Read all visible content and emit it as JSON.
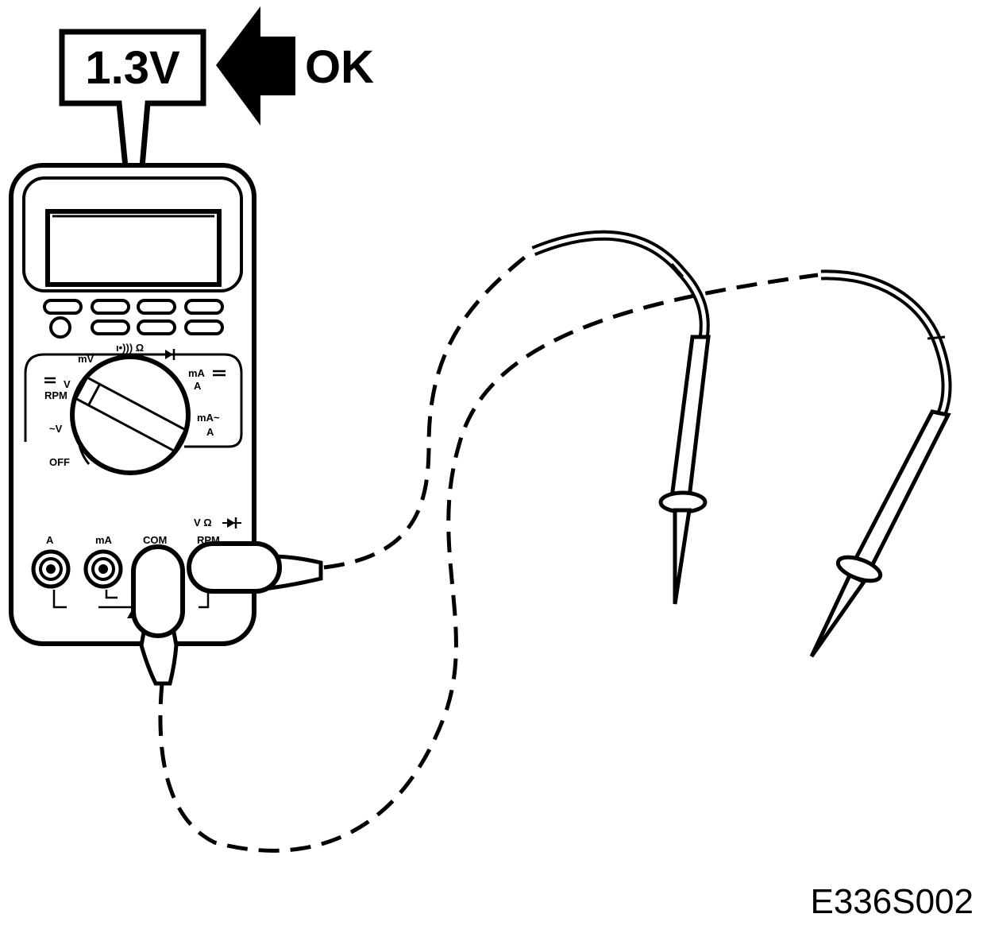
{
  "callout": {
    "reading": "1.3V",
    "status": "OK"
  },
  "dial": {
    "mv": "mV",
    "ohm": "ı•))) Ω",
    "dc_v": "V",
    "rpm": "RPM",
    "ac_v": "~V",
    "off": "OFF",
    "dc_ma": "mA",
    "dc_a": "A",
    "ac_ma": "mA~",
    "ac_a": "A"
  },
  "jacks": {
    "a": "A",
    "ma": "mA",
    "com": "COM",
    "v_ohm": "V  Ω",
    "rpm": "RPM"
  },
  "figure_id": "E336S002",
  "colors": {
    "ink": "#000000",
    "paper": "#ffffff"
  }
}
